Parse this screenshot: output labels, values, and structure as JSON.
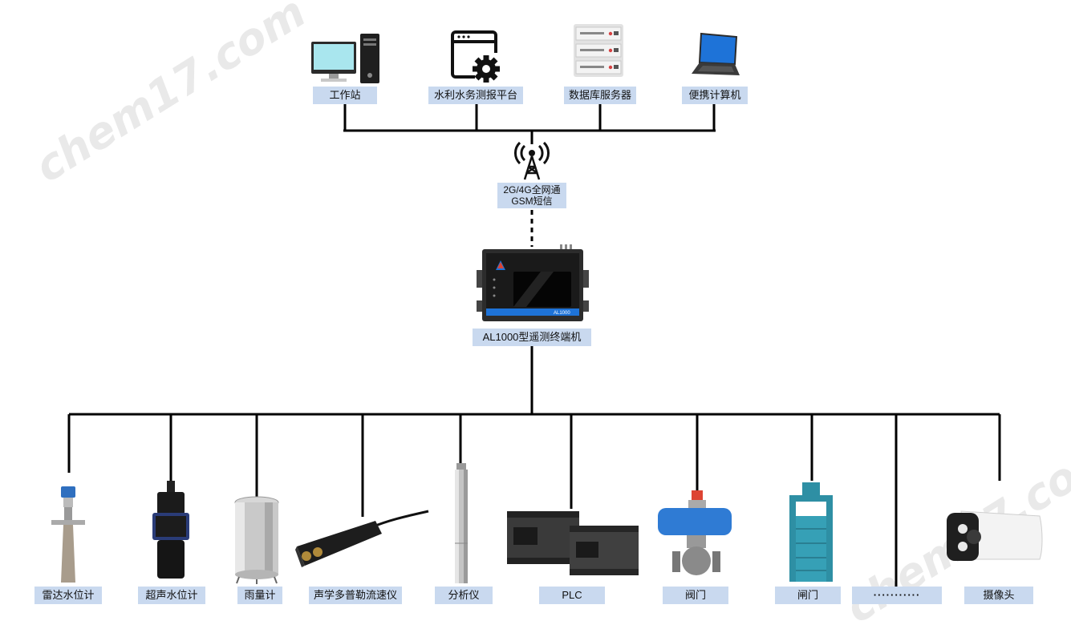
{
  "watermark": "chem17.com",
  "top_nodes": [
    {
      "label": "工作站",
      "icon": "workstation-icon"
    },
    {
      "label": "水利水务测报平台",
      "icon": "platform-gear-icon"
    },
    {
      "label": "数据库服务器",
      "icon": "database-server-icon"
    },
    {
      "label": "便携计算机",
      "icon": "laptop-icon"
    }
  ],
  "network": {
    "line1": "2G/4G全网通",
    "line2": "GSM短信",
    "icon": "signal-tower-icon"
  },
  "terminal": {
    "label": "AL1000型遥测终端机",
    "device_text": "AL1000",
    "icon": "rtu-device-icon"
  },
  "bottom_nodes": [
    {
      "label": "雷达水位计",
      "icon": "radar-level-meter-icon"
    },
    {
      "label": "超声水位计",
      "icon": "ultrasonic-level-meter-icon"
    },
    {
      "label": "雨量计",
      "icon": "rain-gauge-icon"
    },
    {
      "label": "声学多普勒流速仪",
      "icon": "doppler-flow-meter-icon"
    },
    {
      "label": "分析仪",
      "icon": "analyzer-probe-icon"
    },
    {
      "label": "PLC",
      "icon": "plc-icon"
    },
    {
      "label": "阀门",
      "icon": "valve-icon"
    },
    {
      "label": "闸门",
      "icon": "sluice-gate-icon"
    },
    {
      "label": "···········",
      "icon": ""
    },
    {
      "label": "摄像头",
      "icon": "camera-icon"
    }
  ],
  "colors": {
    "label_bg": "#c9d9ef",
    "line": "#000000",
    "accent_blue": "#1e73d8"
  }
}
